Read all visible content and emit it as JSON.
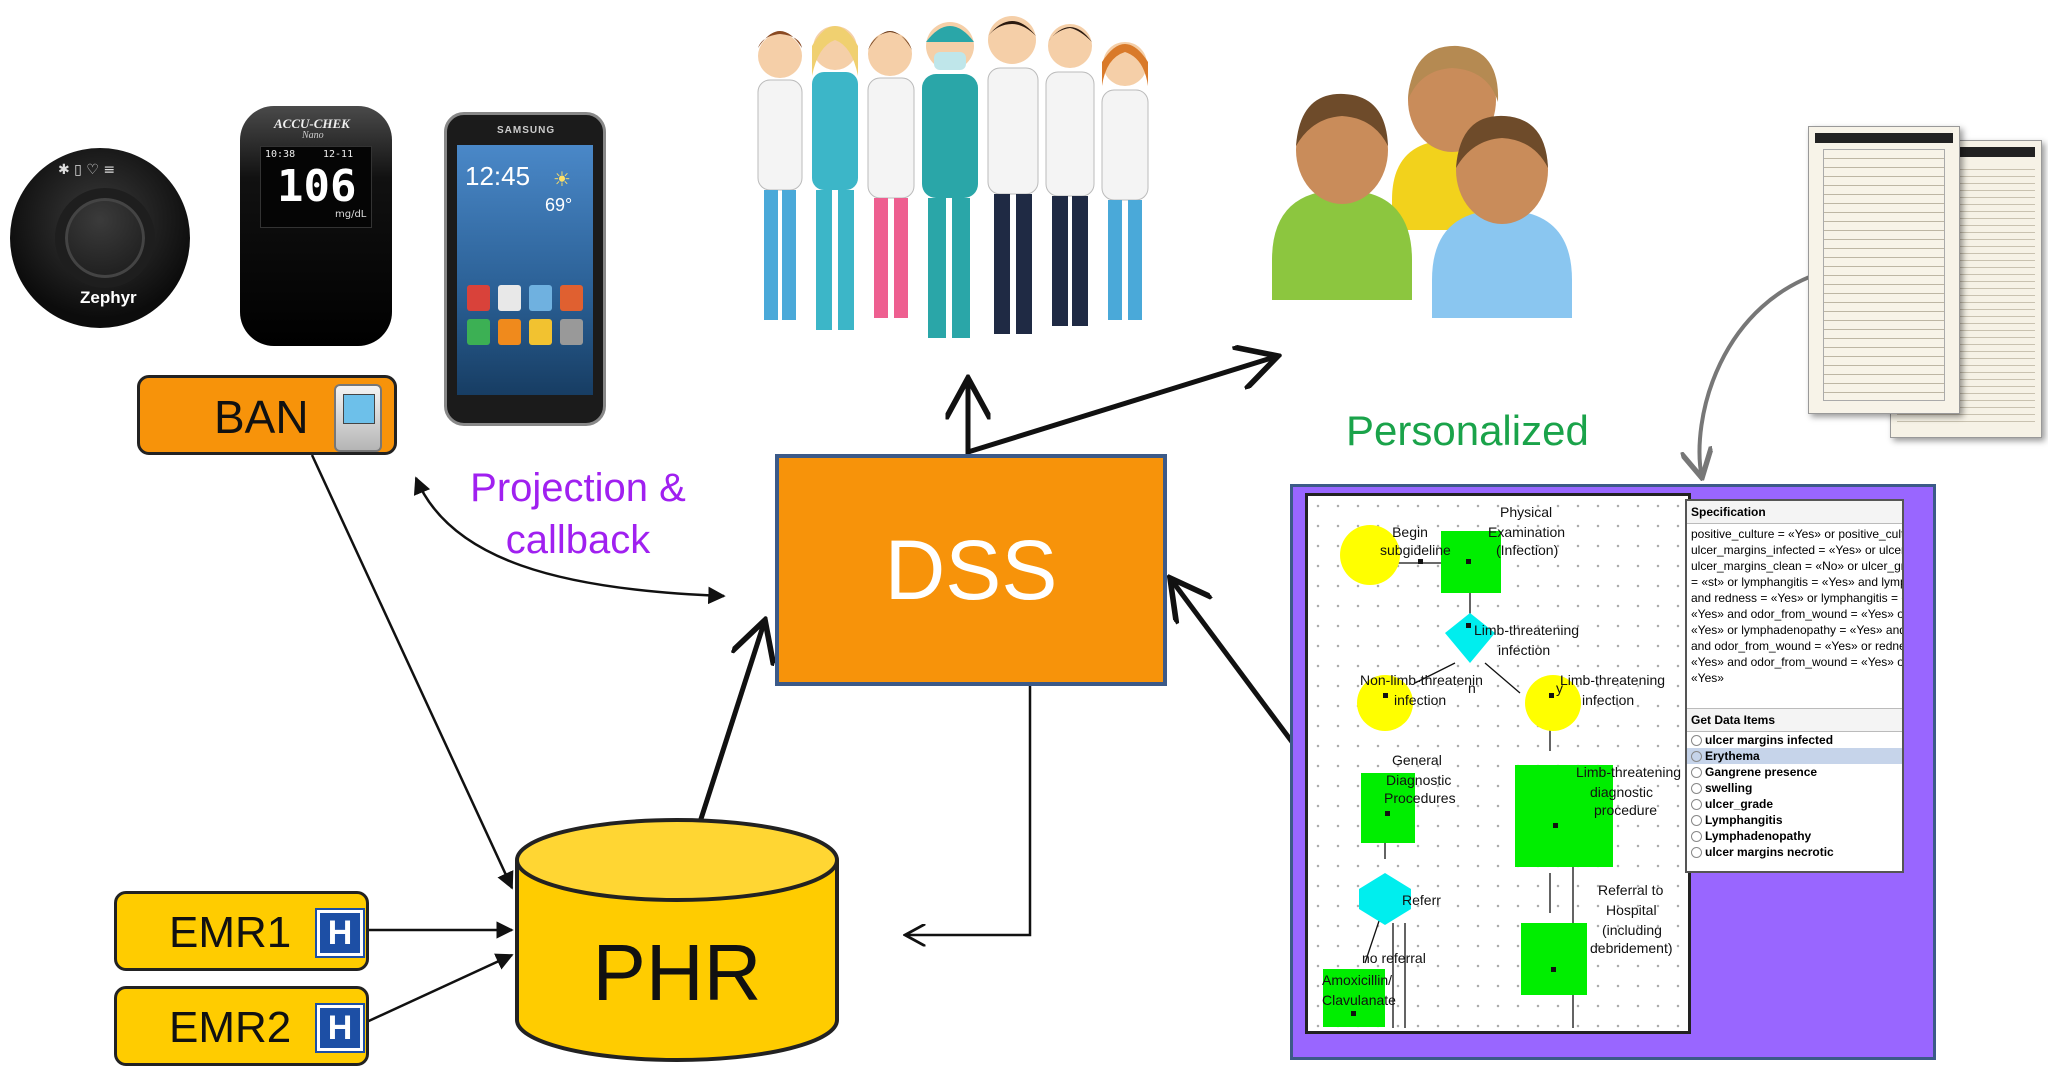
{
  "nodes": {
    "ban": "BAN",
    "dss": "DSS",
    "phr": "PHR",
    "emr1": "EMR1",
    "emr2": "EMR2",
    "hospital_letter": "H"
  },
  "labels": {
    "projection": "Projection &",
    "callback": "callback",
    "personalized": "Personalized"
  },
  "devices": {
    "zephyr_brand": "Zephyr",
    "glucometer_brand": "ACCU-CHEK",
    "glucometer_model": "Nano",
    "glucometer_time": "10:38",
    "glucometer_date": "12-11",
    "glucometer_value": "106",
    "glucometer_unit": "mg/dL",
    "phone_brand": "SAMSUNG",
    "phone_time": "12:45",
    "phone_temp": "69°"
  },
  "flowchart": {
    "begin": "Begin subgideline",
    "physical_1": "Physical",
    "physical_2": "Examination",
    "physical_3": "(Infection)",
    "limb_threat": "Limb-threatening",
    "infection": "infection",
    "non_limb": "Non-limb-threatenin",
    "non_limb_2": "infection",
    "limb_right": "Limb-threatening",
    "limb_right_2": "infection",
    "general_1": "General",
    "general_2": "Diagnostic",
    "general_3": "Procedures",
    "limb_diag_1": "Limb-threatening",
    "limb_diag_2": "diagnostic",
    "limb_diag_3": "procedure",
    "referral": "Referr",
    "referral_hosp_1": "Referral to",
    "referral_hosp_2": "Hospital",
    "referral_hosp_3": "(including",
    "referral_hosp_4": "debridement)",
    "no_referral": "no referral",
    "amox_1": "Amoxicillin/",
    "amox_2": "Clavulanate",
    "n_label": "n",
    "y_label": "y"
  },
  "specification": {
    "title": "Specification",
    "lines": [
      "positive_culture = «Yes» or positive_culture_from_b",
      "ulcer_margins_infected = «Yes» or  ulcer_margins_",
      "ulcer_margins_clean = «No» or ulcer_grade = «st»",
      "= «st» or lymphangitis = «Yes» and lymphadenop",
      "and redness = «Yes» or lymphangitis = «Yes» and",
      "«Yes» and odor_from_wound = «Yes» or  lymphad",
      "«Yes» or lymphadenopathy = «Yes» and swelling",
      "and odor_from_wound = «Yes» or redness = «Yes",
      "«Yes» and odor_from_wound = «Yes» or swelling",
      "«Yes»"
    ],
    "data_title": "Get Data Items",
    "items": [
      "ulcer  margins infected",
      "Erythema",
      "Gangrene presence",
      "swelling",
      "ulcer_grade",
      "Lymphangitis",
      "Lymphadenopathy",
      "ulcer  margins necrotic"
    ]
  },
  "colors": {
    "orange": "#f7930a",
    "yellow": "#ffcc00",
    "purple": "#9966ff",
    "green_text": "#1aa34a",
    "purple_text": "#a020f0",
    "dss_border": "#3c5a88"
  }
}
